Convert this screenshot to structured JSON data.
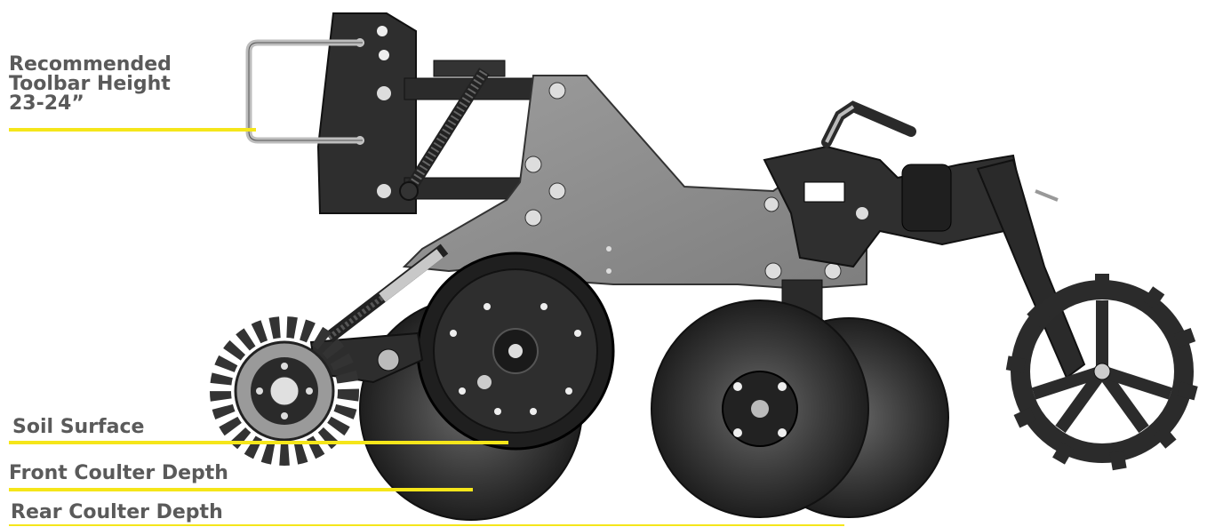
{
  "labels": {
    "toolbar": [
      "Recommended",
      "Toolbar Height",
      "23-24”"
    ],
    "soil_surface": "Soil Surface",
    "front_coulter": "Front Coulter Depth",
    "rear_coulter": "Rear Coulter Depth"
  },
  "colors": {
    "label_text": "#5a5a5a",
    "guide_line": "#f5e61a",
    "frame_plate": "#8f8f8f",
    "dark_steel": "#2e2e2e",
    "blade": "#3a3a3a"
  }
}
